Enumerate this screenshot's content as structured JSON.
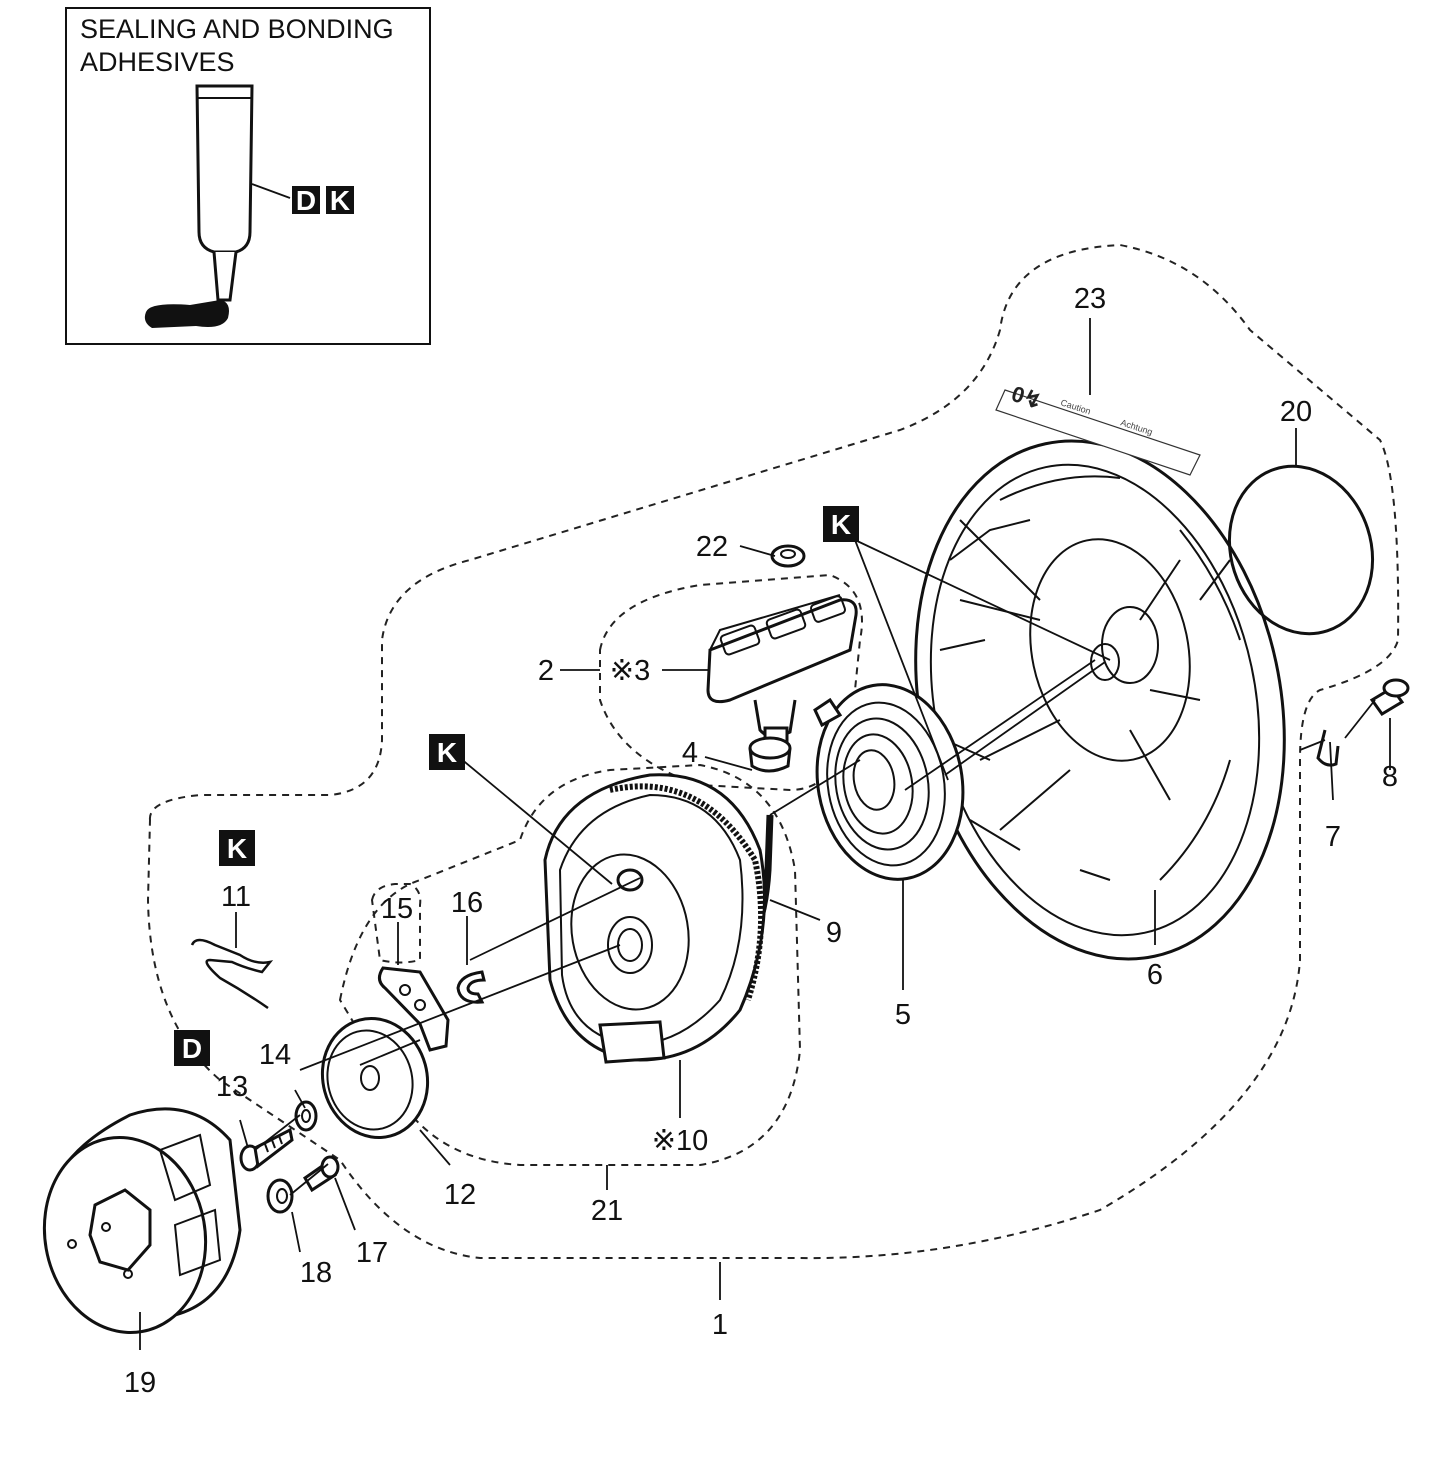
{
  "legend": {
    "title_line1": "SEALING AND BONDING",
    "title_line2": "ADHESIVES",
    "codes": [
      "D",
      "K"
    ]
  },
  "callouts": {
    "c1": "1",
    "c2": "2",
    "c3": "※3",
    "c4": "4",
    "c5": "5",
    "c6": "6",
    "c7": "7",
    "c8": "8",
    "c9": "9",
    "c10": "※10",
    "c11": "11",
    "c12": "12",
    "c13": "13",
    "c14": "14",
    "c15": "15",
    "c16": "16",
    "c17": "17",
    "c18": "18",
    "c19": "19",
    "c20": "20",
    "c21": "21",
    "c22": "22",
    "c23": "23"
  },
  "adhesive_badges": {
    "k_housing": "K",
    "k_pulley": "K",
    "k_spring": "K",
    "d_screw": "D"
  },
  "caution_label": {
    "line1": "Caution",
    "line2": "Achtung"
  },
  "colors": {
    "ink": "#111111",
    "badge": "#111111",
    "badge_text": "#ffffff",
    "background": "#ffffff"
  }
}
